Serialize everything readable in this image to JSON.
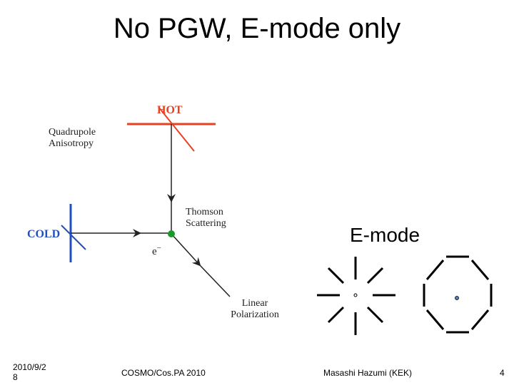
{
  "slide": {
    "title": "No PGW, E-mode only"
  },
  "diagram": {
    "hot_label": "HOT",
    "cold_label": "COLD",
    "quadrupole_line1": "Quadrupole",
    "quadrupole_line2": "Anisotropy",
    "thomson_line1": "Thomson",
    "thomson_line2": "Scattering",
    "electron_label": "e",
    "electron_sup": "−",
    "linear_line1": "Linear",
    "linear_line2": "Polarization",
    "colors": {
      "hot": "#e84020",
      "cold": "#2050c0",
      "electron": "#1a9a2a"
    }
  },
  "emode": {
    "label": "E-mode"
  },
  "footer": {
    "date": "2010/9/2\n8",
    "date_line1": "2010/9/2",
    "date_line2": "8",
    "conference": "COSMO/Cos.PA 2010",
    "author": "Masashi Hazumi (KEK)",
    "page_number": "4"
  }
}
